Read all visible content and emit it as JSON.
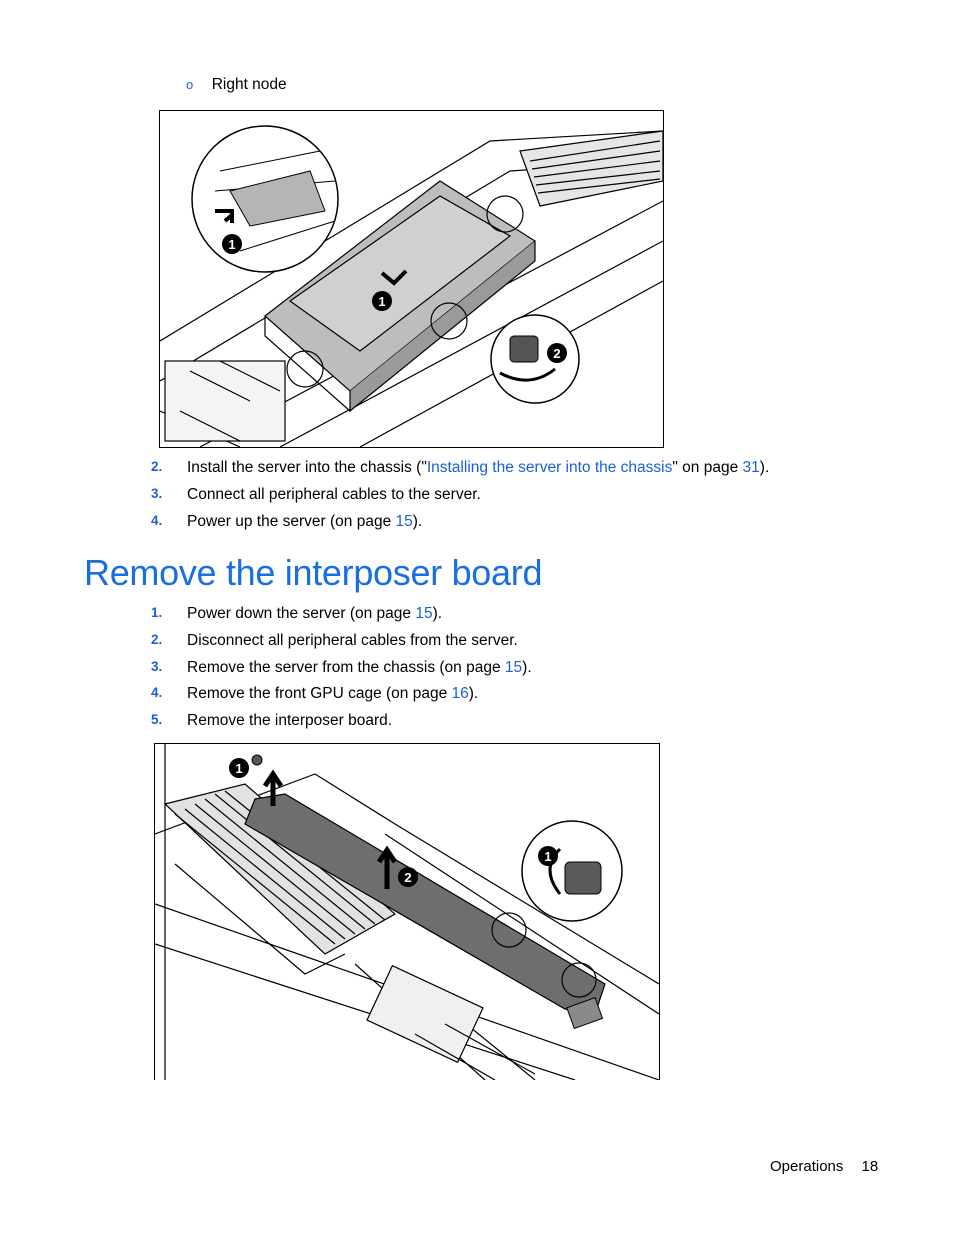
{
  "sub_bullet": {
    "marker": "o",
    "text": "Right node"
  },
  "steps_top": [
    {
      "num": "2.",
      "pre": "Install the server into the chassis (\"",
      "link": "Installing the server into the chassis",
      "mid": "\" on page ",
      "page": "31",
      "post": ")."
    },
    {
      "num": "3.",
      "text": "Connect all peripheral cables to the server."
    },
    {
      "num": "4.",
      "pre": "Power up the server (on page ",
      "page": "15",
      "post": ")."
    }
  ],
  "heading": "Remove the interposer board",
  "steps_bottom": [
    {
      "num": "1.",
      "pre": "Power down the server (on page ",
      "page": "15",
      "post": ")."
    },
    {
      "num": "2.",
      "text": "Disconnect all peripheral cables from the server."
    },
    {
      "num": "3.",
      "pre": "Remove the server from the chassis (on page ",
      "page": "15",
      "post": ")."
    },
    {
      "num": "4.",
      "pre": "Remove the front GPU cage (on page ",
      "page": "16",
      "post": ")."
    },
    {
      "num": "5.",
      "text": "Remove the interposer board."
    }
  ],
  "figure1": {
    "callouts": [
      "1",
      "1",
      "2"
    ]
  },
  "figure2": {
    "callouts": [
      "1",
      "2",
      "1"
    ]
  },
  "footer": {
    "section": "Operations",
    "page_number": "18"
  },
  "colors": {
    "link": "#1a5fd8",
    "heading": "#1a6fe0"
  }
}
